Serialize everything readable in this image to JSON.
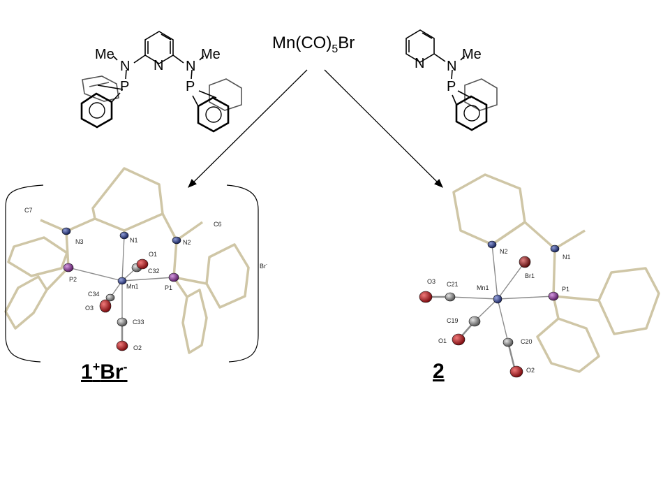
{
  "reagent": {
    "formula": "Mn(CO)",
    "subscript": "5",
    "suffix": "Br"
  },
  "ligand_left": {
    "me_left": "Me",
    "n_left": "N",
    "n_pyridine": "N",
    "n_right": "N",
    "me_right": "Me",
    "p_left": "P",
    "p_right": "P"
  },
  "ligand_right": {
    "n_pyridine": "N",
    "n_amine": "N",
    "me": "Me",
    "p": "P"
  },
  "complex1": {
    "atoms": {
      "C7": "C7",
      "N3": "N3",
      "N1": "N1",
      "N2": "N2",
      "C6": "C6",
      "O1": "O1",
      "P2": "P2",
      "C32": "C32",
      "Mn1": "Mn1",
      "P1": "P1",
      "C34": "C34",
      "O3": "O3",
      "C33": "C33",
      "O2": "O2"
    },
    "counterion": "Br",
    "counterion_charge": "-",
    "label": {
      "main": "1",
      "plus": "+",
      "anion": "Br",
      "minus": "-"
    }
  },
  "complex2": {
    "atoms": {
      "O3": "O3",
      "C21": "C21",
      "Mn1": "Mn1",
      "N2": "N2",
      "N1": "N1",
      "Br1": "Br1",
      "P1": "P1",
      "C19": "C19",
      "O1": "O1",
      "C20": "C20",
      "O2": "O2"
    },
    "label": "2"
  },
  "colors": {
    "bond": "#cfc6a6",
    "bond_edge": "#9e9678",
    "nitrogen": "#1c2a6e",
    "oxygen": "#b3141a",
    "carbon": "#8c8c8c",
    "phosphorus": "#7a2f86",
    "manganese": "#303a78",
    "bromine": "#8a1a1a"
  }
}
